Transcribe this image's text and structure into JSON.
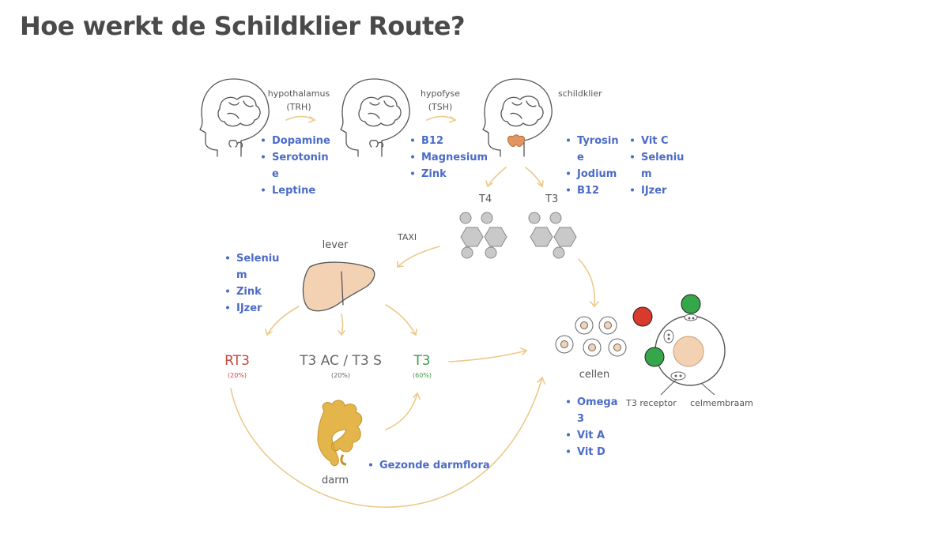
{
  "title": "Hoe werkt de Schildklier Route?",
  "stages": {
    "hypothalamus": {
      "name": "hypothalamus",
      "hormone": "(TRH)"
    },
    "hypofyse": {
      "name": "hypofyse",
      "hormone": "(TSH)"
    },
    "schildklier": {
      "name": "schildklier"
    }
  },
  "hormones": {
    "t4": "T4",
    "t3": "T3",
    "taxi": "TAXI"
  },
  "organs": {
    "lever": "lever",
    "darm": "darm",
    "cellen": "cellen"
  },
  "conversion": {
    "rt3": {
      "label": "RT3",
      "pct": "(20%)"
    },
    "t3acs": {
      "label": "T3 AC / T3 S",
      "pct": "(20%)"
    },
    "t3": {
      "label": "T3",
      "pct": "(60%)"
    }
  },
  "cell_labels": {
    "receptor": "T3 receptor",
    "membrane": "celmembraam"
  },
  "nutrients": {
    "hypothalamus": [
      [
        "Dopamine"
      ],
      [
        "Serotonin",
        "e"
      ],
      [
        "Leptine"
      ]
    ],
    "hypofyse": [
      [
        "B12"
      ],
      [
        "Magnesium"
      ],
      [
        "Zink"
      ]
    ],
    "schildklier_a": [
      [
        "Tyrosin",
        "e"
      ],
      [
        "Jodium"
      ],
      [
        "B12"
      ]
    ],
    "schildklier_b": [
      [
        "Vit C"
      ],
      [
        "Seleniu",
        "m"
      ],
      [
        "IJzer"
      ]
    ],
    "lever": [
      [
        "Seleniu",
        "m"
      ],
      [
        "Zink"
      ],
      [
        "IJzer"
      ]
    ],
    "cellen": [
      [
        "Omega",
        "3"
      ],
      [
        "Vit A"
      ],
      [
        "Vit D"
      ]
    ],
    "darm": [
      [
        "Gezonde darmflora"
      ]
    ]
  },
  "colors": {
    "accent_text": "#4b6bc6",
    "arrow": "#edc98a",
    "liver": "#f2d2b3",
    "gut": "#e3b54a",
    "thyroid": "#e0965e",
    "receptor_green": "#35a64a",
    "receptor_red": "#d83a2e",
    "rt3_red": "#c8453c",
    "t3_green": "#3f9a4a"
  }
}
